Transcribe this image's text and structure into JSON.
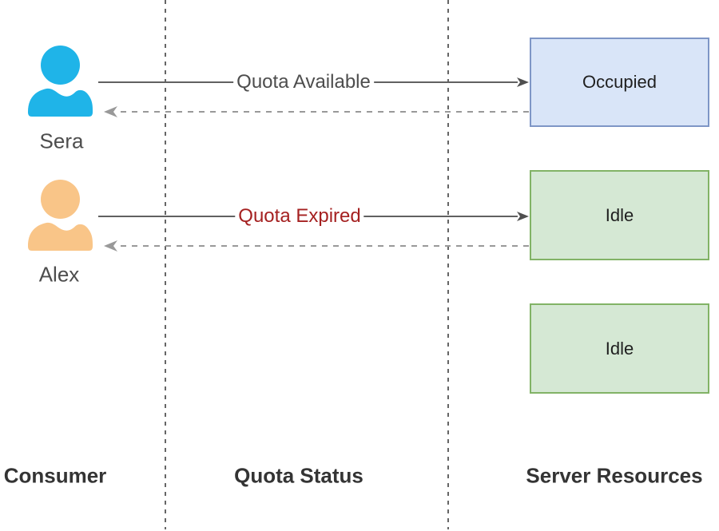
{
  "colors": {
    "actor_sera": "#1fb4e8",
    "actor_alex": "#f9c588",
    "occupied_fill": "#d9e5f8",
    "occupied_border": "#7e96c6",
    "idle_fill": "#d5e8d4",
    "idle_border": "#82b366",
    "request_line": "#616161",
    "request_arrowhead": "#4f4f4f",
    "reply_line": "#999999",
    "lane_line": "#666666",
    "message_default_text": "#4d4d4d",
    "message_expired_text": "#a52121",
    "header_text": "#343434",
    "box_text": "#1f1f1f"
  },
  "columns": [
    {
      "label": "Consumer"
    },
    {
      "label": "Quota Status"
    },
    {
      "label": "Server Resources"
    }
  ],
  "actors": [
    {
      "name": "Sera",
      "color": "#1fb4e8"
    },
    {
      "name": "Alex",
      "color": "#f9c588"
    }
  ],
  "messages": [
    {
      "label": "Quota Available",
      "status": "available"
    },
    {
      "label": "Quota Expired",
      "status": "expired"
    }
  ],
  "servers": [
    {
      "label": "Occupied",
      "state": "occupied"
    },
    {
      "label": "Idle",
      "state": "idle"
    },
    {
      "label": "Idle",
      "state": "idle"
    }
  ]
}
